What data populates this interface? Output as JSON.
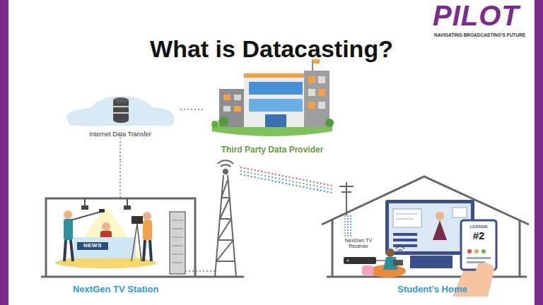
{
  "diagram": {
    "title": "What is Datacasting?",
    "nodes": [
      {
        "text": [
          "Internet Data Transfer"
        ]
      },
      {
        "text": [
          "Third Party Data Provider"
        ]
      },
      {
        "text": [
          "NextGen TV Station"
        ]
      },
      {
        "text": [
          "Student’s Home"
        ]
      },
      {
        "text": [
          "NextGen TV Receiver"
        ],
        "in": 3
      }
    ],
    "edges": [
      {
        "from": 0,
        "to": 1,
        "arrow": "none"
      },
      {
        "from": 0,
        "to": 2,
        "arrow": "none"
      },
      {
        "from": 2,
        "to": 3,
        "arrow": "none"
      }
    ],
    "labels": [
      "PILOT",
      "NAVIGATING BROADCASTING’S FUTURE",
      "NEWS",
      "LESSON",
      "#2"
    ]
  }
}
